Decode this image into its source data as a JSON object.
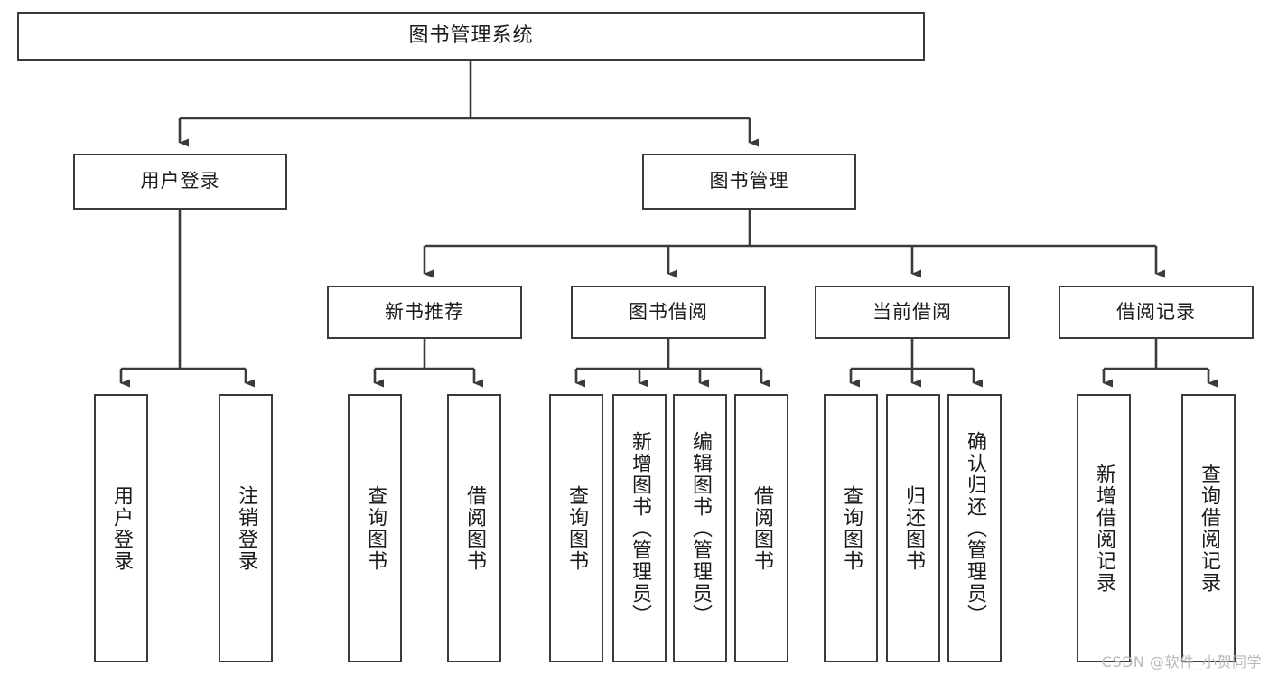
{
  "diagram": {
    "title": "图书管理系统",
    "type": "tree",
    "background": "#ffffff",
    "line_color": "#3b3b3b",
    "text_color": "#1b1b1b"
  },
  "nodes": {
    "root": {
      "label": "图书管理系统"
    },
    "level1": [
      {
        "id": "user-login",
        "label": "用户登录"
      },
      {
        "id": "book-manage",
        "label": "图书管理"
      }
    ],
    "level2": [
      {
        "id": "new-book-recommend",
        "label": "新书推荐"
      },
      {
        "id": "book-borrow",
        "label": "图书借阅"
      },
      {
        "id": "current-borrow",
        "label": "当前借阅"
      },
      {
        "id": "borrow-record",
        "label": "借阅记录"
      }
    ],
    "leaves": {
      "user_login": [
        {
          "id": "leaf-user-login",
          "label": "用户登录"
        },
        {
          "id": "leaf-logout-login",
          "label": "注销登录"
        }
      ],
      "new_book_recommend": [
        {
          "id": "leaf-query-book-1",
          "label": "查询图书"
        },
        {
          "id": "leaf-borrow-book-1",
          "label": "借阅图书"
        }
      ],
      "book_borrow": [
        {
          "id": "leaf-query-book-2",
          "label": "查询图书"
        },
        {
          "id": "leaf-add-book",
          "label": "新增图书（管理员）"
        },
        {
          "id": "leaf-edit-book",
          "label": "编辑图书（管理员）"
        },
        {
          "id": "leaf-borrow-book-2",
          "label": "借阅图书"
        }
      ],
      "current_borrow": [
        {
          "id": "leaf-query-book-3",
          "label": "查询图书"
        },
        {
          "id": "leaf-return-book",
          "label": "归还图书"
        },
        {
          "id": "leaf-confirm-return",
          "label": "确认归还（管理员）"
        }
      ],
      "borrow_record": [
        {
          "id": "leaf-add-record",
          "label": "新增借阅记录"
        },
        {
          "id": "leaf-query-record",
          "label": "查询借阅记录"
        }
      ]
    }
  },
  "watermark": {
    "text": "CSDN @软件_小贺同学"
  }
}
